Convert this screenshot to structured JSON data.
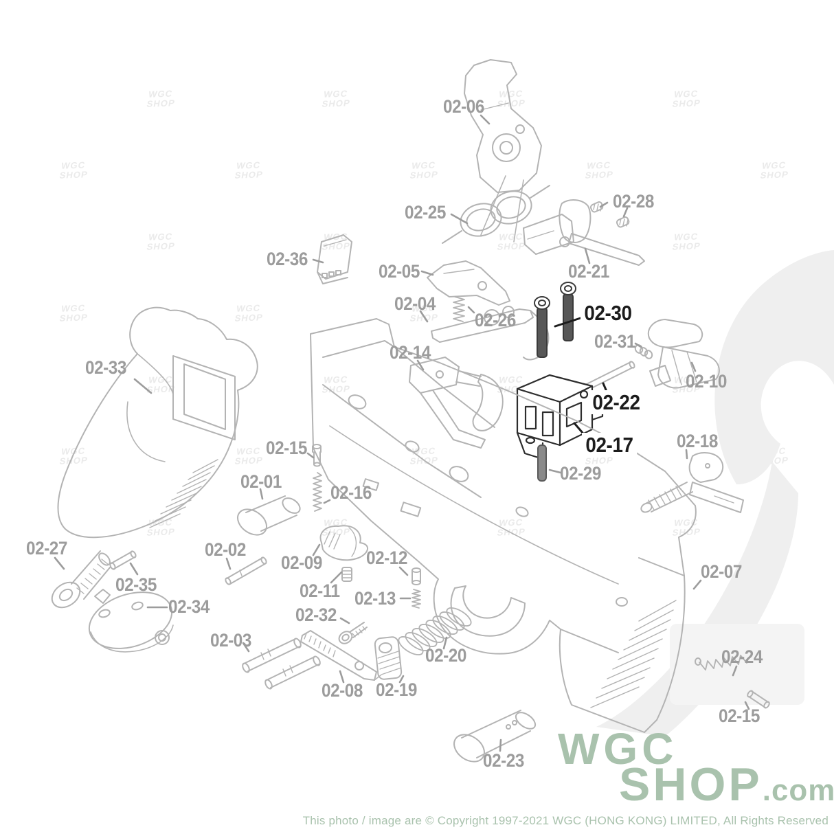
{
  "labels": [
    {
      "id": "02-06",
      "text": "02-06",
      "tone": "gray"
    },
    {
      "id": "02-25",
      "text": "02-25",
      "tone": "gray"
    },
    {
      "id": "02-28",
      "text": "02-28",
      "tone": "gray"
    },
    {
      "id": "02-21",
      "text": "02-21",
      "tone": "gray"
    },
    {
      "id": "02-36",
      "text": "02-36",
      "tone": "gray"
    },
    {
      "id": "02-05",
      "text": "02-05",
      "tone": "gray"
    },
    {
      "id": "02-04",
      "text": "02-04",
      "tone": "gray"
    },
    {
      "id": "02-26",
      "text": "02-26",
      "tone": "gray"
    },
    {
      "id": "02-14",
      "text": "02-14",
      "tone": "gray"
    },
    {
      "id": "02-30",
      "text": "02-30",
      "tone": "dark"
    },
    {
      "id": "02-31",
      "text": "02-31",
      "tone": "gray"
    },
    {
      "id": "02-10",
      "text": "02-10",
      "tone": "gray"
    },
    {
      "id": "02-22",
      "text": "02-22",
      "tone": "dark"
    },
    {
      "id": "02-17",
      "text": "02-17",
      "tone": "dark"
    },
    {
      "id": "02-18",
      "text": "02-18",
      "tone": "gray"
    },
    {
      "id": "02-29",
      "text": "02-29",
      "tone": "gray"
    },
    {
      "id": "02-33",
      "text": "02-33",
      "tone": "gray"
    },
    {
      "id": "02-15-left",
      "text": "02-15",
      "tone": "gray"
    },
    {
      "id": "02-01",
      "text": "02-01",
      "tone": "gray"
    },
    {
      "id": "02-16",
      "text": "02-16",
      "tone": "gray"
    },
    {
      "id": "02-02",
      "text": "02-02",
      "tone": "gray"
    },
    {
      "id": "02-09",
      "text": "02-09",
      "tone": "gray"
    },
    {
      "id": "02-12",
      "text": "02-12",
      "tone": "gray"
    },
    {
      "id": "02-11",
      "text": "02-11",
      "tone": "gray"
    },
    {
      "id": "02-13",
      "text": "02-13",
      "tone": "gray"
    },
    {
      "id": "02-32",
      "text": "02-32",
      "tone": "gray"
    },
    {
      "id": "02-03",
      "text": "02-03",
      "tone": "gray"
    },
    {
      "id": "02-08",
      "text": "02-08",
      "tone": "gray"
    },
    {
      "id": "02-19",
      "text": "02-19",
      "tone": "gray"
    },
    {
      "id": "02-20",
      "text": "02-20",
      "tone": "gray"
    },
    {
      "id": "02-23",
      "text": "02-23",
      "tone": "gray"
    },
    {
      "id": "02-07",
      "text": "02-07",
      "tone": "gray"
    },
    {
      "id": "02-24",
      "text": "02-24",
      "tone": "gray"
    },
    {
      "id": "02-15-right",
      "text": "02-15",
      "tone": "gray"
    },
    {
      "id": "02-27",
      "text": "02-27",
      "tone": "gray"
    },
    {
      "id": "02-35",
      "text": "02-35",
      "tone": "gray"
    },
    {
      "id": "02-34",
      "text": "02-34",
      "tone": "gray"
    }
  ],
  "logo": {
    "line1": "WGC",
    "line2": "SHOP",
    "tld": ".com"
  },
  "footer": {
    "copyright": "This photo / image are © Copyright 1997-2021 WGC (HONG KONG) LIMITED, All Rights Reserved"
  },
  "watermark": {
    "tile_line1": "WGC",
    "tile_line2": "SHOP"
  },
  "colors": {
    "label_gray": "#9c9c9c",
    "label_dark": "#1c1c1c",
    "line_gray": "#b3b3b3",
    "line_dark": "#2d2d2d",
    "screw_fill": "#575757",
    "rod_fill": "#8a8a8a",
    "logo_green": "#a9c2ad",
    "watermark_gray": "#ededed"
  }
}
